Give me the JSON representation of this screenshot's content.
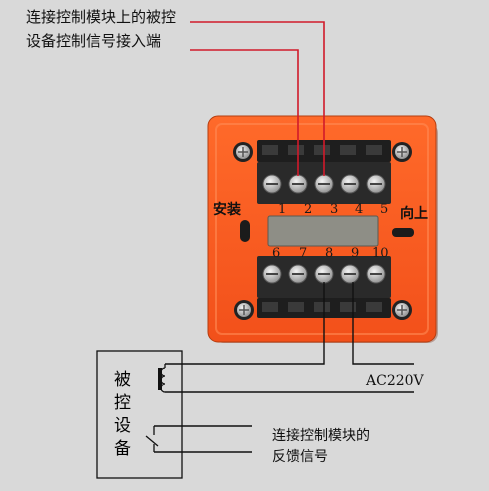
{
  "labels": {
    "top_line1": "连接控制模块上的被控",
    "top_line2": "设备控制信号接入端",
    "install": "安装",
    "up": "向上",
    "ac": "AC220V",
    "device_chars": [
      "被",
      "控",
      "设",
      "备"
    ],
    "bottom_line1": "连接控制模块的",
    "bottom_line2": "反馈信号"
  },
  "terminals": {
    "top": [
      "1",
      "2",
      "3",
      "4",
      "5"
    ],
    "bottom": [
      "6",
      "7",
      "8",
      "9",
      "10"
    ]
  },
  "colors": {
    "background": "#d9d9d9",
    "module_body": "#ff5a1f",
    "terminal_block": "#1e1e1e",
    "screw": "#c9c9c9",
    "signal_wire": "#d11a2a",
    "black_wire": "#111111"
  }
}
